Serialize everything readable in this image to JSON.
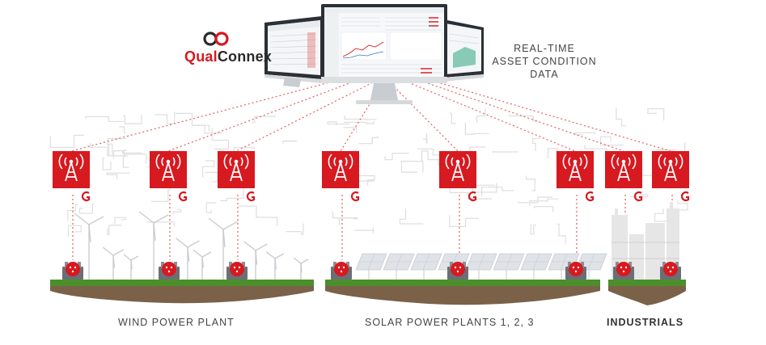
{
  "brand": {
    "name_part1": "Qual",
    "name_part2": "Connex",
    "accent": "#d71920"
  },
  "caption": {
    "line1": "REAL-TIME",
    "line2": "ASSET CONDITION",
    "line3": "DATA"
  },
  "sites": [
    {
      "label": "WIND POWER PLANT"
    },
    {
      "label": "SOLAR POWER PLANTS 1, 2, 3"
    },
    {
      "label": "INDUSTRIALS"
    }
  ],
  "icons": {
    "tower": "radio-tower-icon",
    "sensor": "sensor-device-icon",
    "brand_mark": "qualconnex-g-icon"
  },
  "colors": {
    "red": "#d71920",
    "grass": "#4a8f2a",
    "soil": "#7a6148",
    "monitor": "#2b2f36"
  }
}
